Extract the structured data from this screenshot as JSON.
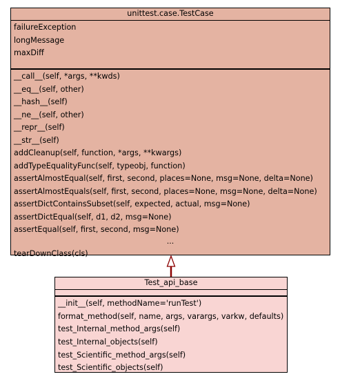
{
  "parent": {
    "name": "unittest.case.TestCase",
    "attributes": [
      "failureException",
      "longMessage",
      "maxDiff"
    ],
    "methods": [
      "__call__(self, *args, **kwds)",
      "__eq__(self, other)",
      "__hash__(self)",
      "__ne__(self, other)",
      "__repr__(self)",
      "__str__(self)",
      "addCleanup(self, function, *args, **kwargs)",
      "addTypeEqualityFunc(self, typeobj, function)",
      "assertAlmostEqual(self, first, second, places=None, msg=None, delta=None)",
      "assertAlmostEquals(self, first, second, places=None, msg=None, delta=None)",
      "assertDictContainsSubset(self, expected, actual, msg=None)",
      "assertDictEqual(self, d1, d2, msg=None)",
      "assertEqual(self, first, second, msg=None)"
    ],
    "ellipsis": "...",
    "last_method": "tearDownClass(cls)"
  },
  "child": {
    "name": "Test_api_base",
    "methods": [
      "__init__(self, methodName='runTest')",
      "format_method(self, name, args, varargs, varkw, defaults)",
      "test_Internal_method_args(self)",
      "test_Internal_objects(self)",
      "test_Scientific_method_args(self)",
      "test_Scientific_objects(self)"
    ]
  },
  "colors": {
    "parent_fill": "#e4b3a2",
    "child_fill": "#f9d5d3",
    "inheritance_arrow": "#8b0000"
  },
  "relation": "inheritance"
}
